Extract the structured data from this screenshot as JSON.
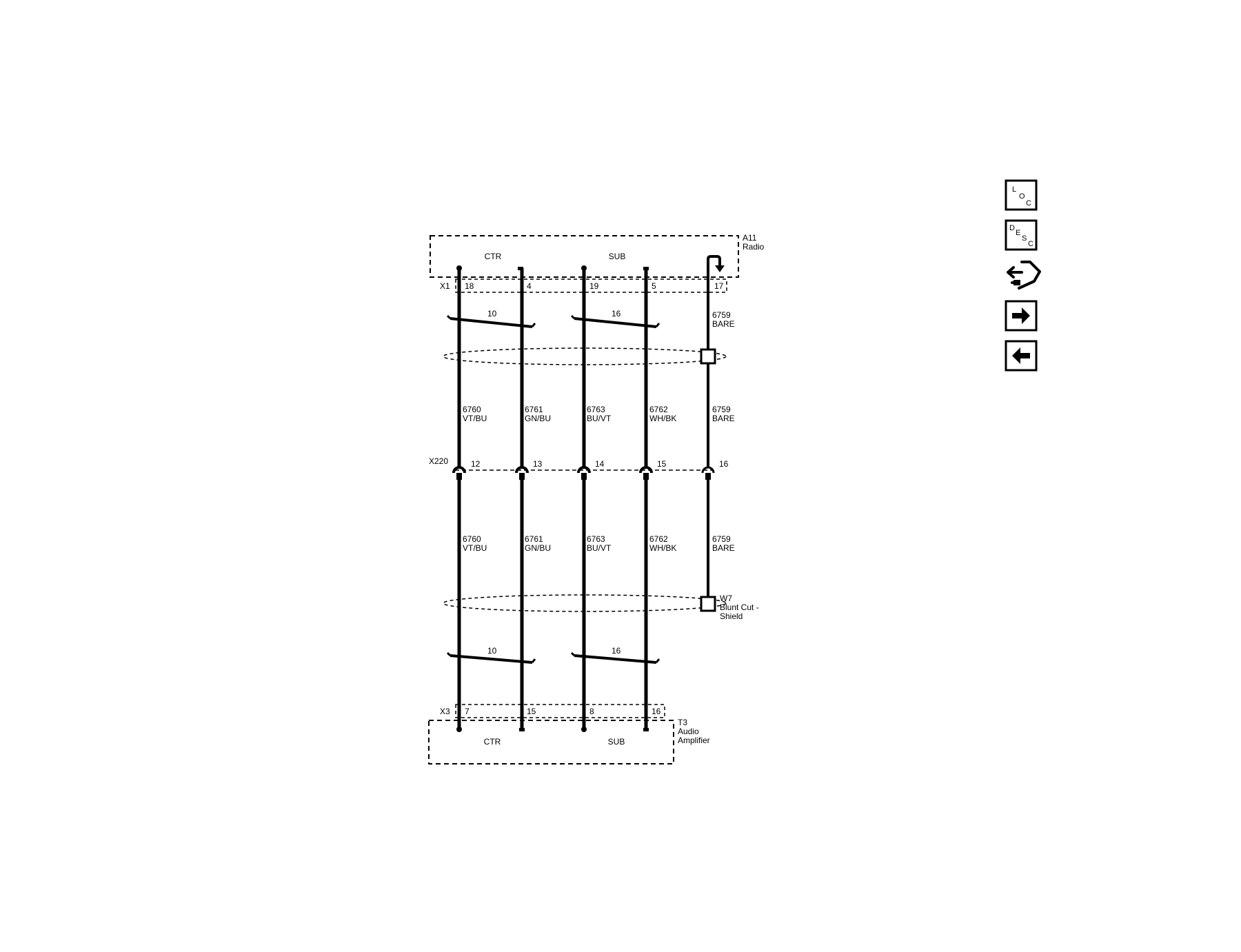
{
  "top_module": {
    "designator": "A11",
    "name": "Radio",
    "connector": "X1",
    "channels": [
      "CTR",
      "SUB"
    ]
  },
  "bottom_module": {
    "designator": "T3",
    "name_line1": "Audio",
    "name_line2": "Amplifier",
    "connector": "X3",
    "channels": [
      "CTR",
      "SUB"
    ]
  },
  "inline_connector": "X220",
  "wires": [
    {
      "x1_pin": "18",
      "x220_pin": "12",
      "x3_pin": "7",
      "circuit": "6760",
      "color": "VT/BU",
      "polarity": "+"
    },
    {
      "x1_pin": "4",
      "x220_pin": "13",
      "x3_pin": "15",
      "circuit": "6761",
      "color": "GN/BU",
      "polarity": "-"
    },
    {
      "x1_pin": "19",
      "x220_pin": "14",
      "x3_pin": "8",
      "circuit": "6763",
      "color": "BU/VT",
      "polarity": "+"
    },
    {
      "x1_pin": "5",
      "x220_pin": "15",
      "x3_pin": "16",
      "circuit": "6762",
      "color": "WH/BK",
      "polarity": "-"
    }
  ],
  "drain_wire": {
    "x1_pin": "17",
    "x220_pin": "16",
    "circuit": "6759",
    "color": "BARE",
    "shield_label_line1": "W7",
    "shield_label_line2": "Blunt Cut -",
    "shield_label_line3": "Shield"
  },
  "twist_labels": [
    "10",
    "16"
  ],
  "nav_buttons": [
    {
      "name": "loc-button",
      "letters": [
        "L",
        "O",
        "C"
      ]
    },
    {
      "name": "desc-button",
      "letters": [
        "D",
        "E",
        "S",
        "C"
      ]
    },
    {
      "name": "connector-icon-button"
    },
    {
      "name": "next-button"
    },
    {
      "name": "back-button"
    }
  ]
}
